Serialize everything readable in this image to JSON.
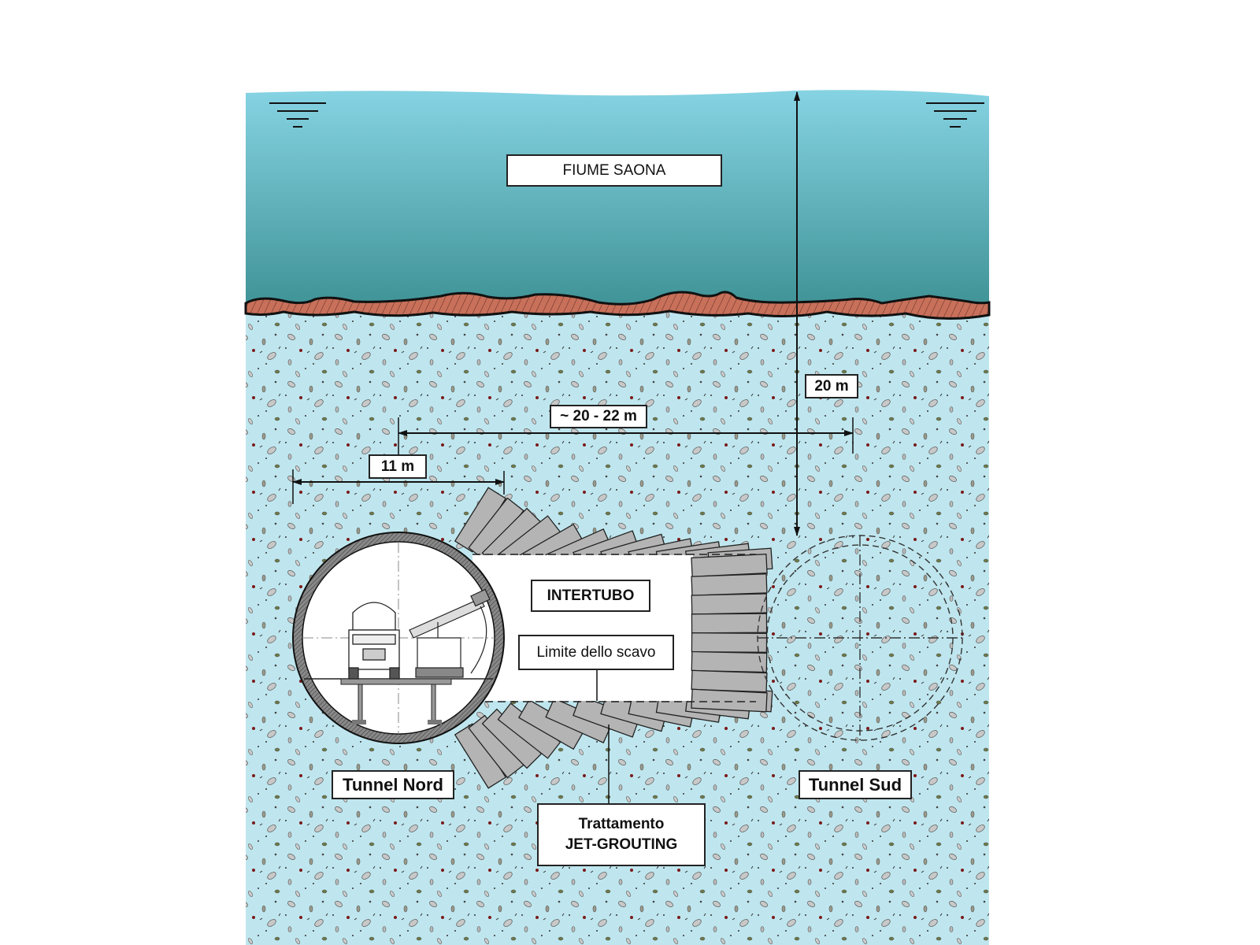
{
  "river_label": "FIUME SAONA",
  "dimensions": {
    "depth": "20 m",
    "spacing": "~ 20 - 22 m",
    "tunnel_width": "11 m"
  },
  "labels": {
    "intertubo": "INTERTUBO",
    "excavation_limit": "Limite dello scavo",
    "tunnel_nord": "Tunnel Nord",
    "tunnel_sud": "Tunnel Sud",
    "treatment_line1": "Trattamento",
    "treatment_line2": "JET-GROUTING"
  },
  "colors": {
    "water_top": "#86d3e3",
    "water_bottom": "#3f9396",
    "riverbed": "#c8705a",
    "soil": "#bfe6ee",
    "jet_grout": "#b4b4b4"
  }
}
